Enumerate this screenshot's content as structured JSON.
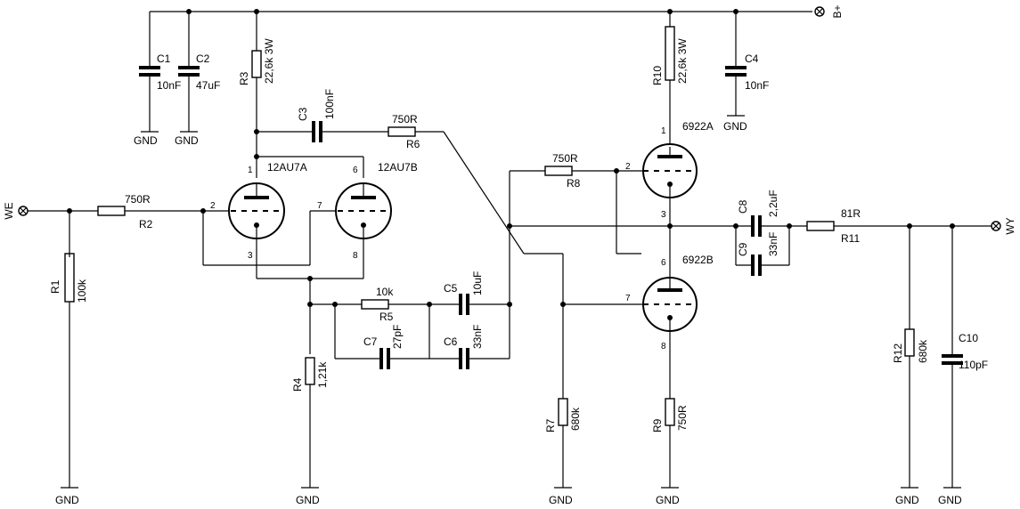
{
  "terminals": {
    "bplus": "B+",
    "in": "WE",
    "out": "WY"
  },
  "ground_label": "GND",
  "resistors": [
    {
      "ref": "R1",
      "value": "100k"
    },
    {
      "ref": "R2",
      "value": "750R"
    },
    {
      "ref": "R3",
      "value": "22,6k 3W"
    },
    {
      "ref": "R4",
      "value": "1,21k"
    },
    {
      "ref": "R5",
      "value": "10k"
    },
    {
      "ref": "R6",
      "value": "750R"
    },
    {
      "ref": "R7",
      "value": "680k"
    },
    {
      "ref": "R8",
      "value": "750R"
    },
    {
      "ref": "R9",
      "value": "750R"
    },
    {
      "ref": "R10",
      "value": "22,6k 3W"
    },
    {
      "ref": "R11",
      "value": "81R"
    },
    {
      "ref": "R12",
      "value": "680k"
    }
  ],
  "capacitors": [
    {
      "ref": "C1",
      "value": "10nF"
    },
    {
      "ref": "C2",
      "value": "47uF"
    },
    {
      "ref": "C3",
      "value": "100nF"
    },
    {
      "ref": "C4",
      "value": "10nF"
    },
    {
      "ref": "C5",
      "value": "10uF"
    },
    {
      "ref": "C6",
      "value": "33nF"
    },
    {
      "ref": "C7",
      "value": "27pF"
    },
    {
      "ref": "C8",
      "value": "2,2uF"
    },
    {
      "ref": "C9",
      "value": "33nF"
    },
    {
      "ref": "C10",
      "value": "110pF"
    }
  ],
  "tubes": [
    {
      "ref": "12AU7A"
    },
    {
      "ref": "12AU7B"
    },
    {
      "ref": "6922A"
    },
    {
      "ref": "6922B"
    }
  ],
  "pins": [
    "1",
    "2",
    "3",
    "6",
    "7",
    "8"
  ]
}
